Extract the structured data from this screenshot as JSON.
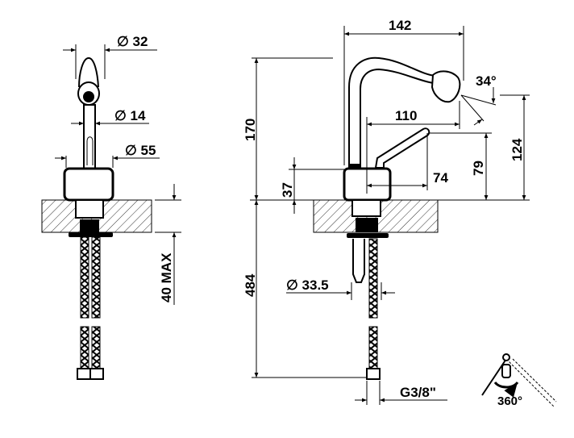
{
  "front_view": {
    "dia_handle": "∅ 32",
    "dia_stem": "∅ 14",
    "dia_base": "∅ 55",
    "max_counter": "40 MAX"
  },
  "side_view": {
    "width_total": "142",
    "height_total": "170",
    "base_height": "37",
    "spout_reach": "110",
    "lever_reach": "74",
    "lever_height": "79",
    "spout_height": "124",
    "angle": "34°",
    "hose_length": "484",
    "dia_shank": "∅ 33.5",
    "thread": "G3/8\""
  },
  "rotation_icon": {
    "label": "360°"
  }
}
